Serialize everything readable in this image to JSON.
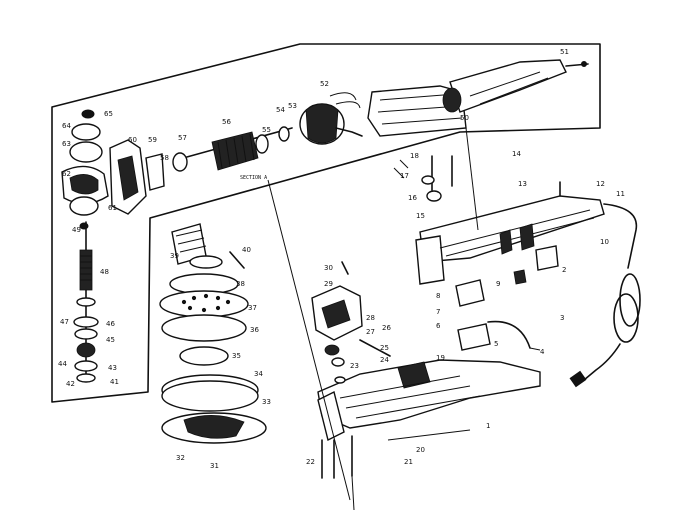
{
  "diagram": {
    "section_label": "SECTION  A",
    "callouts": [
      "1",
      "2",
      "3",
      "4",
      "5",
      "6",
      "7",
      "8",
      "9",
      "10",
      "11",
      "12",
      "13",
      "14",
      "15",
      "16",
      "17",
      "18",
      "19",
      "20",
      "21",
      "22",
      "23",
      "24",
      "25",
      "26",
      "27",
      "28",
      "29",
      "30",
      "31",
      "32",
      "33",
      "34",
      "35",
      "36",
      "37",
      "38",
      "39",
      "40",
      "41",
      "42",
      "43",
      "44",
      "45",
      "46",
      "47",
      "48",
      "49",
      "50",
      "51",
      "52",
      "53",
      "54",
      "55",
      "56",
      "57",
      "58",
      "59",
      "60",
      "61",
      "62",
      "63",
      "64",
      "65"
    ]
  }
}
